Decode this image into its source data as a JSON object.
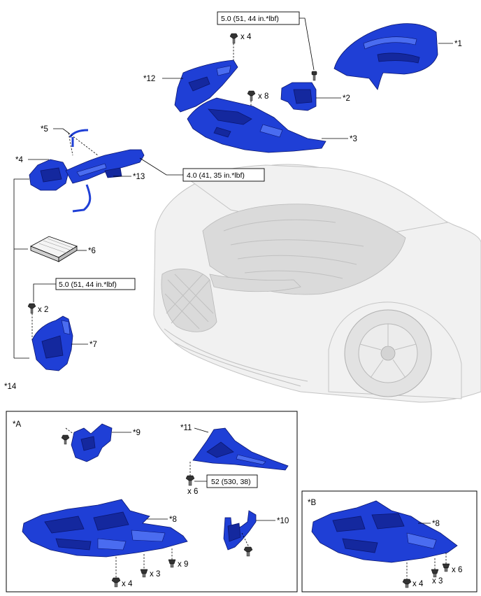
{
  "labels": {
    "p1": "*1",
    "p2": "*2",
    "p3": "*3",
    "p4": "*4",
    "p5": "*5",
    "p6": "*6",
    "p7": "*7",
    "p8a": "*8",
    "p8b": "*8",
    "p9": "*9",
    "p10": "*10",
    "p11": "*11",
    "p12": "*12",
    "p13": "*13",
    "p14": "*14",
    "panelA": "*A",
    "panelB": "*B"
  },
  "torque": {
    "t1": "5.0 (51, 44 in.*lbf)",
    "t2": "4.0 (41, 35 in.*lbf)",
    "t3": "5.0 (51, 44 in.*lbf)",
    "t4": "52 (530, 38)"
  },
  "counts": {
    "c_x4_top": "x 4",
    "c_x8": "x 8",
    "c_x2": "x 2",
    "c_x6_11": "x 6",
    "c_x4_a": "x 4",
    "c_x3_a": "x 3",
    "c_x9_a": "x 9",
    "c_x4_b": "x 4",
    "c_x3_b": "x 3",
    "c_x6_b": "x 6"
  },
  "colors": {
    "part_fill": "#1f3fd6",
    "part_outline": "#0a1670",
    "car_fill": "#f1f1f1"
  }
}
